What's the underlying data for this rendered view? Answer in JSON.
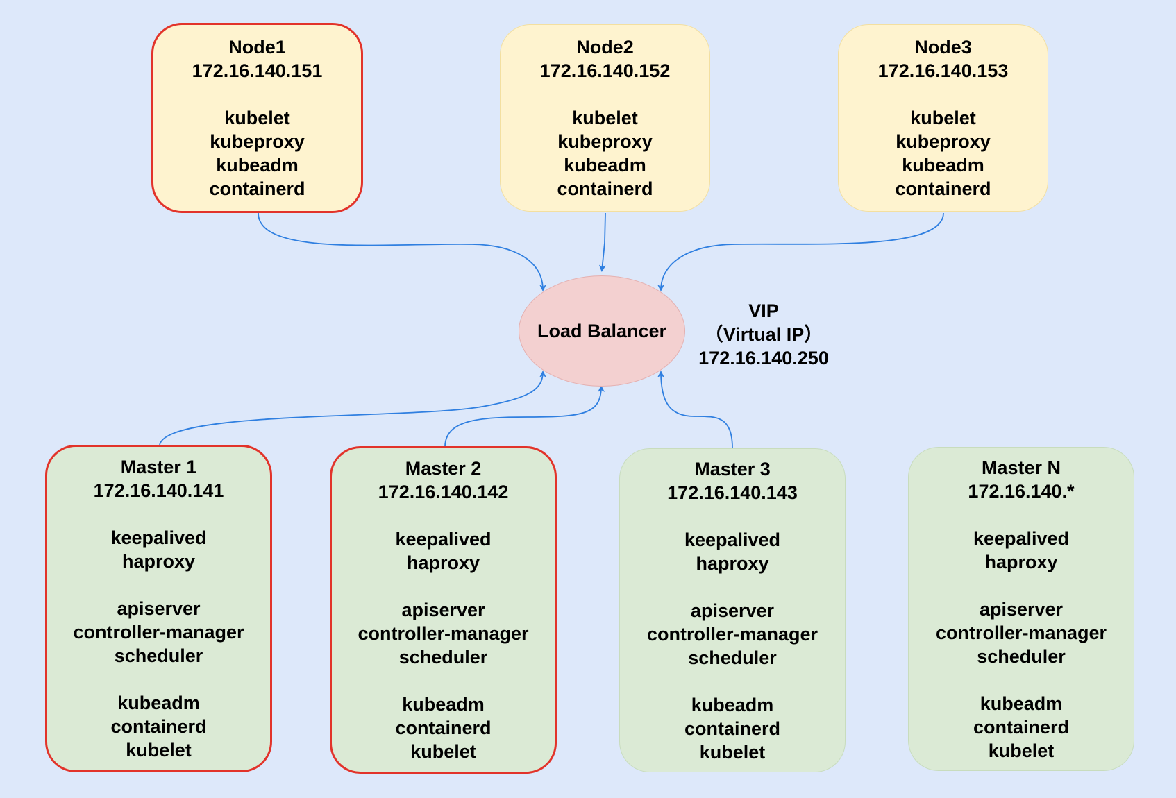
{
  "colors": {
    "background": "#dde8fa",
    "worker_fill": "#fef3cf",
    "master_fill": "#dbead5",
    "highlight_border": "#e2332a",
    "load_balancer_fill": "#f3d0d0",
    "edge": "#2f7fe0"
  },
  "workers": [
    {
      "name": "Node1",
      "ip": "172.16.140.151",
      "components": [
        "kubelet",
        "kubeproxy",
        "kubeadm",
        "containerd"
      ],
      "highlighted": true
    },
    {
      "name": "Node2",
      "ip": "172.16.140.152",
      "components": [
        "kubelet",
        "kubeproxy",
        "kubeadm",
        "containerd"
      ],
      "highlighted": false
    },
    {
      "name": "Node3",
      "ip": "172.16.140.153",
      "components": [
        "kubelet",
        "kubeproxy",
        "kubeadm",
        "containerd"
      ],
      "highlighted": false
    }
  ],
  "load_balancer": {
    "label": "Load Balancer",
    "vip_title": "VIP",
    "vip_subtitle": "（Virtual IP）",
    "vip_address": "172.16.140.250"
  },
  "masters": [
    {
      "name": "Master 1",
      "ip": "172.16.140.141",
      "groups": [
        [
          "keepalived",
          "haproxy"
        ],
        [
          "apiserver",
          "controller-manager",
          "scheduler"
        ],
        [
          "kubeadm",
          "containerd",
          "kubelet"
        ]
      ],
      "highlighted": true
    },
    {
      "name": "Master 2",
      "ip": "172.16.140.142",
      "groups": [
        [
          "keepalived",
          "haproxy"
        ],
        [
          "apiserver",
          "controller-manager",
          "scheduler"
        ],
        [
          "kubeadm",
          "containerd",
          "kubelet"
        ]
      ],
      "highlighted": true
    },
    {
      "name": "Master 3",
      "ip": "172.16.140.143",
      "groups": [
        [
          "keepalived",
          "haproxy"
        ],
        [
          "apiserver",
          "controller-manager",
          "scheduler"
        ],
        [
          "kubeadm",
          "containerd",
          "kubelet"
        ]
      ],
      "highlighted": false
    },
    {
      "name": "Master N",
      "ip": "172.16.140.*",
      "groups": [
        [
          "keepalived",
          "haproxy"
        ],
        [
          "apiserver",
          "controller-manager",
          "scheduler"
        ],
        [
          "kubeadm",
          "containerd",
          "kubelet"
        ]
      ],
      "highlighted": false
    }
  ],
  "edges": [
    {
      "from": "Node1",
      "to": "Load Balancer"
    },
    {
      "from": "Node2",
      "to": "Load Balancer"
    },
    {
      "from": "Node3",
      "to": "Load Balancer"
    },
    {
      "from": "Master 1",
      "to": "Load Balancer"
    },
    {
      "from": "Master 2",
      "to": "Load Balancer"
    },
    {
      "from": "Master 3",
      "to": "Load Balancer"
    }
  ]
}
